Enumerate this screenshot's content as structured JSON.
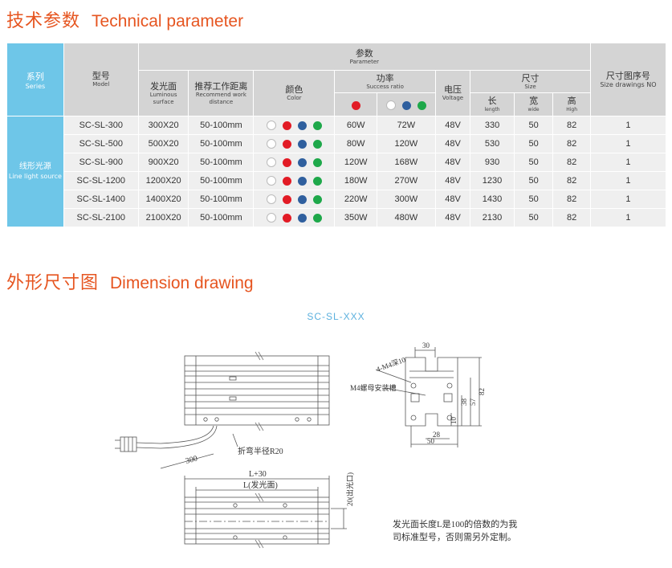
{
  "section1": {
    "title_cn": "技术参数",
    "title_en": "Technical parameter"
  },
  "section2": {
    "title_cn": "外形尺寸图",
    "title_en": "Dimension drawing"
  },
  "table": {
    "series_header": {
      "cn": "系列",
      "en": "Series"
    },
    "model_header": {
      "cn": "型号",
      "en": "Model"
    },
    "parameter_header": {
      "cn": "参数",
      "en": "Parameter"
    },
    "luminous_header": {
      "cn": "发光面",
      "en": "Luminous surface"
    },
    "distance_header": {
      "cn": "推荐工作距离",
      "en": "Recommend work distance"
    },
    "color_header": {
      "cn": "颜色",
      "en": "Color"
    },
    "power_header": {
      "cn": "功率",
      "en": "Success ratio"
    },
    "voltage_header": {
      "cn": "电压",
      "en": "Voltage"
    },
    "size_header": {
      "cn": "尺寸",
      "en": "Size"
    },
    "length_header": {
      "cn": "长",
      "en": "length"
    },
    "width_header": {
      "cn": "宽",
      "en": "wide"
    },
    "height_header": {
      "cn": "高",
      "en": "High"
    },
    "drawing_no_header": {
      "cn": "尺寸图序号",
      "en": "Size drawings NO"
    },
    "series_name": {
      "cn": "线形光源",
      "en": "Line light source"
    },
    "rows": [
      {
        "model": "SC-SL-300",
        "surface": "300X20",
        "distance": "50-100mm",
        "p1": "60W",
        "p2": "72W",
        "voltage": "48V",
        "length": "330",
        "width": "50",
        "height": "82",
        "no": "1"
      },
      {
        "model": "SC-SL-500",
        "surface": "500X20",
        "distance": "50-100mm",
        "p1": "80W",
        "p2": "120W",
        "voltage": "48V",
        "length": "530",
        "width": "50",
        "height": "82",
        "no": "1"
      },
      {
        "model": "SC-SL-900",
        "surface": "900X20",
        "distance": "50-100mm",
        "p1": "120W",
        "p2": "168W",
        "voltage": "48V",
        "length": "930",
        "width": "50",
        "height": "82",
        "no": "1"
      },
      {
        "model": "SC-SL-1200",
        "surface": "1200X20",
        "distance": "50-100mm",
        "p1": "180W",
        "p2": "270W",
        "voltage": "48V",
        "length": "1230",
        "width": "50",
        "height": "82",
        "no": "1"
      },
      {
        "model": "SC-SL-1400",
        "surface": "1400X20",
        "distance": "50-100mm",
        "p1": "220W",
        "p2": "300W",
        "voltage": "48V",
        "length": "1430",
        "width": "50",
        "height": "82",
        "no": "1"
      },
      {
        "model": "SC-SL-2100",
        "surface": "2100X20",
        "distance": "50-100mm",
        "p1": "350W",
        "p2": "480W",
        "voltage": "48V",
        "length": "2130",
        "width": "50",
        "height": "82",
        "no": "1"
      }
    ],
    "dot_colors": {
      "white": "#ffffff",
      "red": "#e21b25",
      "blue": "#2f5f9e",
      "green": "#1ea84a"
    }
  },
  "drawing": {
    "model_label": "SC-SL-XXX",
    "bend_radius_label": "折弯半径R20",
    "cable_length": "300",
    "l_plus_30": "L+30",
    "l_luminous": "L(发光面)",
    "exit_height": "20(出光口)",
    "thread_label": "4-M4深10",
    "nut_slot_label": "M4螺母安装槽",
    "dim_30": "30",
    "dim_82": "82",
    "dim_57": "57",
    "dim_38": "38",
    "dim_10": "10",
    "dim_28": "28",
    "dim_50": "50",
    "note_line1": "发光面长度L是100的倍数的为我",
    "note_line2": "司标准型号，否则需另外定制。"
  }
}
